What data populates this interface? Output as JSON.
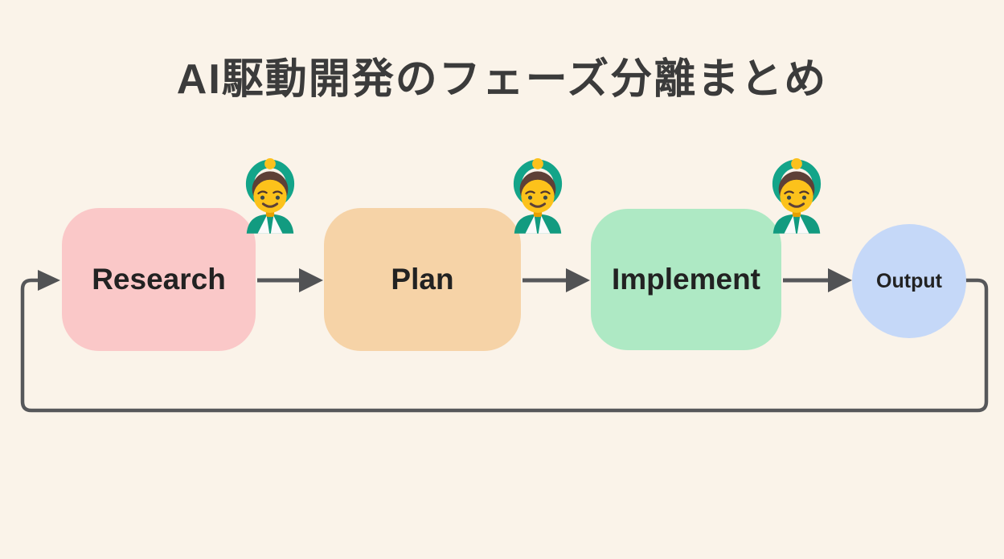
{
  "title": "AI駆動開発のフェーズ分離まとめ",
  "phases": [
    {
      "label": "Research",
      "color": "#FAC8C8",
      "shape": "rounded-rect",
      "emoji": "man-gesturing-ok"
    },
    {
      "label": "Plan",
      "color": "#F6D3A7",
      "shape": "rounded-rect",
      "emoji": "man-gesturing-ok"
    },
    {
      "label": "Implement",
      "color": "#AEE9C4",
      "shape": "rounded-rect",
      "emoji": "man-gesturing-ok"
    }
  ],
  "output": {
    "label": "Output",
    "color": "#C5D8F8",
    "shape": "circle"
  },
  "edges": [
    {
      "from": "Research",
      "to": "Plan"
    },
    {
      "from": "Plan",
      "to": "Implement"
    },
    {
      "from": "Implement",
      "to": "Output"
    },
    {
      "from": "Output",
      "to": "Research",
      "type": "feedback-loop"
    }
  ],
  "colors": {
    "background": "#FAF3E9",
    "arrow": "#56575A",
    "label_text": "#222222",
    "title_text": "#3B3B3B"
  }
}
